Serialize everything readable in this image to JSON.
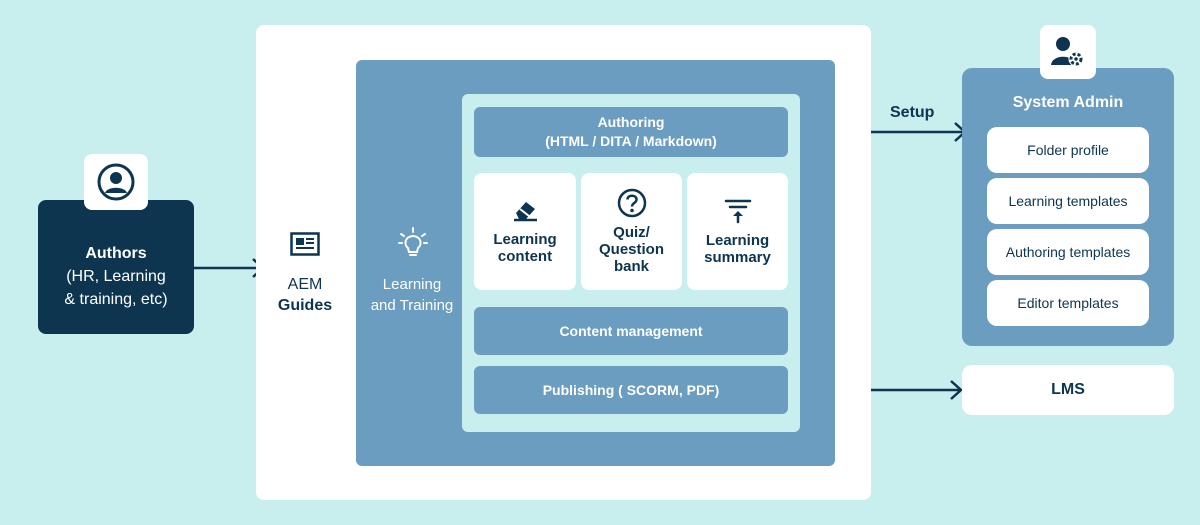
{
  "authors": {
    "title": "Authors",
    "subtitle_line1": "(HR, Learning",
    "subtitle_line2": "& training, etc)",
    "icon": "user-avatar-icon"
  },
  "aem": {
    "line1": "AEM",
    "line2": "Guides",
    "icon": "news-document-icon"
  },
  "learning_training": {
    "line1": "Learning",
    "line2": "and Training",
    "icon": "lightbulb-icon"
  },
  "authoring": {
    "line1": "Authoring",
    "line2": "(HTML / DITA / Markdown)"
  },
  "cards": [
    {
      "lines": [
        "Learning",
        "content"
      ],
      "icon": "eraser-icon"
    },
    {
      "lines": [
        "Quiz/",
        "Question",
        "bank"
      ],
      "icon": "question-circle-icon"
    },
    {
      "lines": [
        "Learning",
        "summary"
      ],
      "icon": "summary-filter-icon"
    }
  ],
  "content_management": "Content management",
  "publishing": "Publishing ( SCORM, PDF)",
  "setup_label": "Setup",
  "system_admin": {
    "title": "System Admin",
    "icon": "user-settings-icon",
    "items": [
      "Folder profile",
      "Learning templates",
      "Authoring templates",
      "Editor templates"
    ]
  },
  "lms": "LMS",
  "colors": {
    "background": "#c8efee",
    "panel_blue": "#6a9dbf",
    "navy": "#0d3550",
    "white": "#ffffff"
  }
}
